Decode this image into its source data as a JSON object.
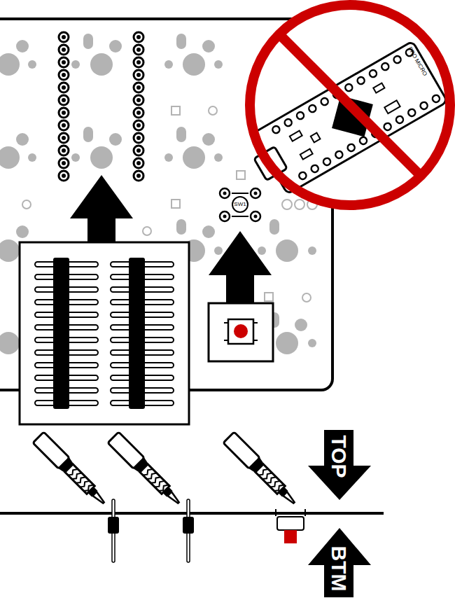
{
  "diagram": {
    "labels": [
      "SW1",
      "PRO MICRO",
      "TOP",
      "BTM"
    ]
  }
}
